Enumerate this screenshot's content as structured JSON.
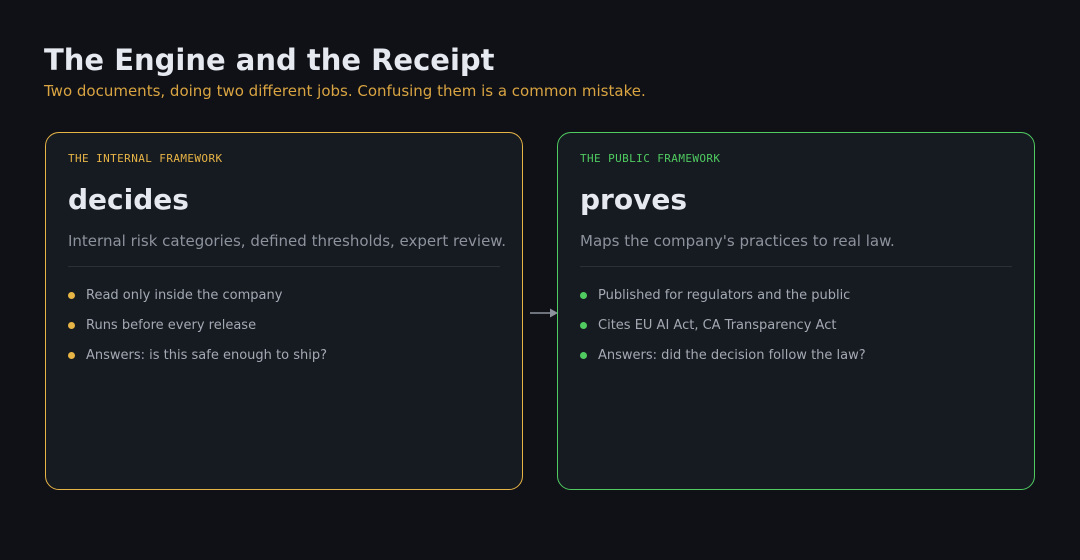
{
  "header": {
    "title": "The Engine and the Receipt",
    "subtitle": "Two documents, doing two different jobs. Confusing them is a common mistake."
  },
  "cards": [
    {
      "eyebrow": "THE INTERNAL FRAMEWORK",
      "verb": "decides",
      "description": "Internal risk categories, defined thresholds, expert review.",
      "accent_color": "#e7b446",
      "bullets": [
        "Read only inside the company",
        "Runs before every release",
        "Answers: is this safe enough to ship?"
      ]
    },
    {
      "eyebrow": "THE PUBLIC FRAMEWORK",
      "verb": "proves",
      "description": "Maps the company's practices to real law.",
      "accent_color": "#4fcb60",
      "bullets": [
        "Published for regulators and the public",
        "Cites EU AI Act, CA Transparency Act",
        "Answers: did the decision follow the law?"
      ]
    }
  ],
  "connector": {
    "icon": "arrow-right-icon",
    "color": "#8d939c"
  }
}
